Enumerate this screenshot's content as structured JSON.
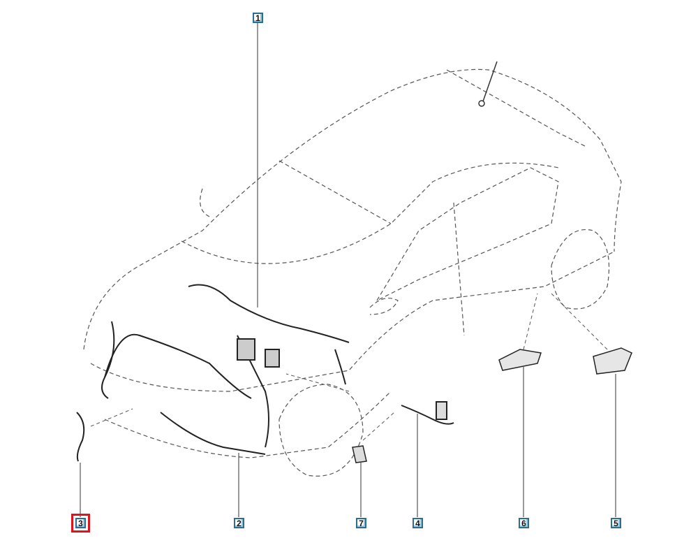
{
  "callouts": [
    {
      "number": "1",
      "selected": false
    },
    {
      "number": "2",
      "selected": false
    },
    {
      "number": "3",
      "selected": true
    },
    {
      "number": "7",
      "selected": false
    },
    {
      "number": "4",
      "selected": false
    },
    {
      "number": "6",
      "selected": false
    },
    {
      "number": "5",
      "selected": false
    }
  ],
  "colors": {
    "callout_border": "#2a6f8f",
    "selection": "#e0141b",
    "line": "#333333"
  }
}
